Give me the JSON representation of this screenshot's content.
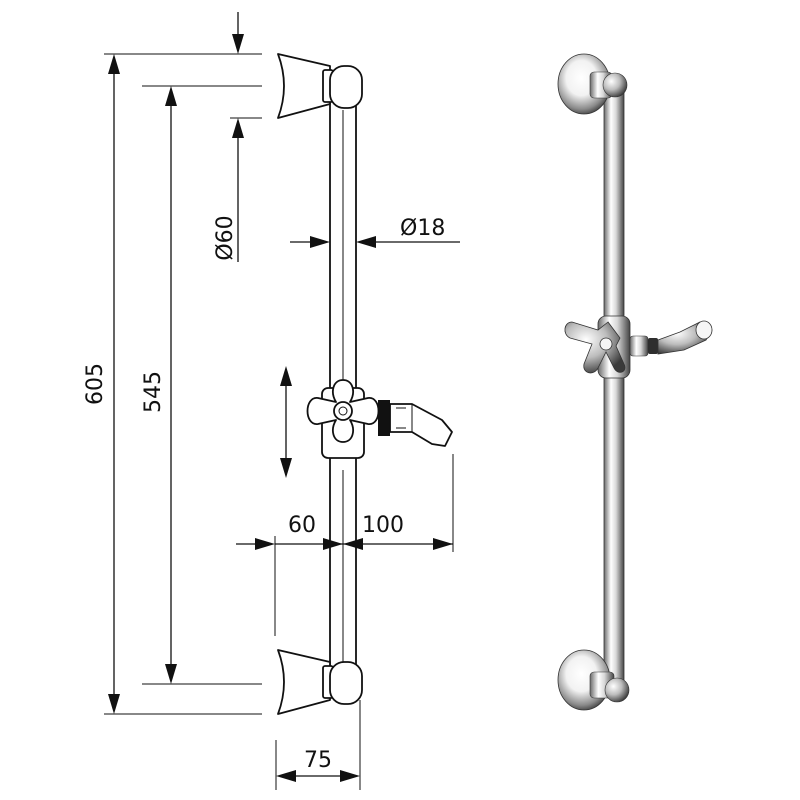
{
  "dimensions": {
    "overall_height": "605",
    "bracket_spacing": "545",
    "bracket_diameter": "Ø60",
    "bar_diameter": "Ø18",
    "holder_offset": "60",
    "holder_reach": "100",
    "wall_projection": "75"
  },
  "colors": {
    "line": "#111111",
    "chrome_dark": "#555555",
    "chrome_light": "#ffffff"
  }
}
